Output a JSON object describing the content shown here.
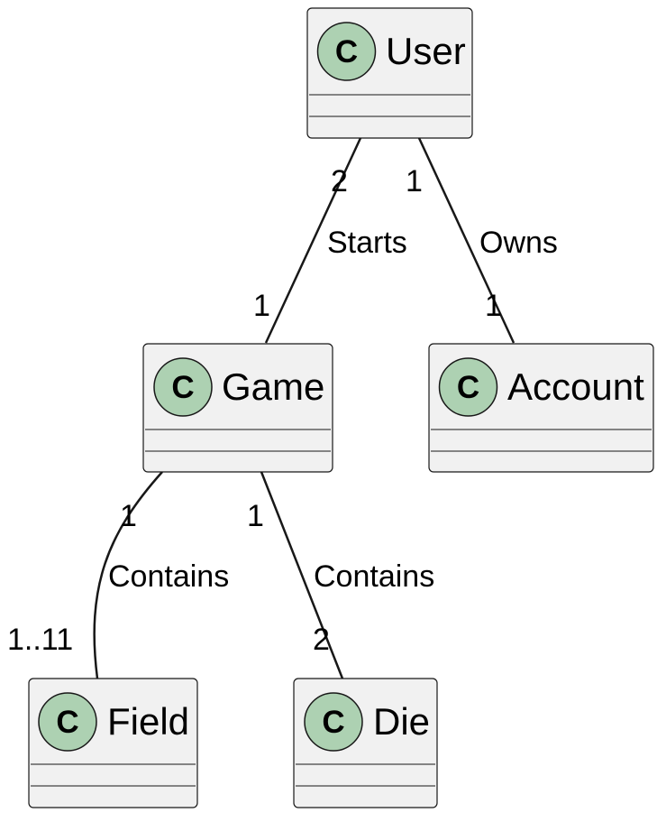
{
  "diagram": {
    "type": "uml-class-diagram",
    "stereotype_letter": "C",
    "colors": {
      "class_fill": "#f1f1f1",
      "border": "#181818",
      "stereotype_circle": "#add1b2"
    },
    "classes": {
      "user": {
        "name": "User"
      },
      "game": {
        "name": "Game"
      },
      "account": {
        "name": "Account"
      },
      "field": {
        "name": "Field"
      },
      "die": {
        "name": "Die"
      }
    },
    "associations": {
      "user_game": {
        "label": "Starts",
        "from_mult": "2",
        "to_mult": "1"
      },
      "user_account": {
        "label": "Owns",
        "from_mult": "1",
        "to_mult": "1"
      },
      "game_field": {
        "label": "Contains",
        "from_mult": "1",
        "to_mult": "1..11"
      },
      "game_die": {
        "label": "Contains",
        "from_mult": "1",
        "to_mult": "2"
      }
    }
  }
}
